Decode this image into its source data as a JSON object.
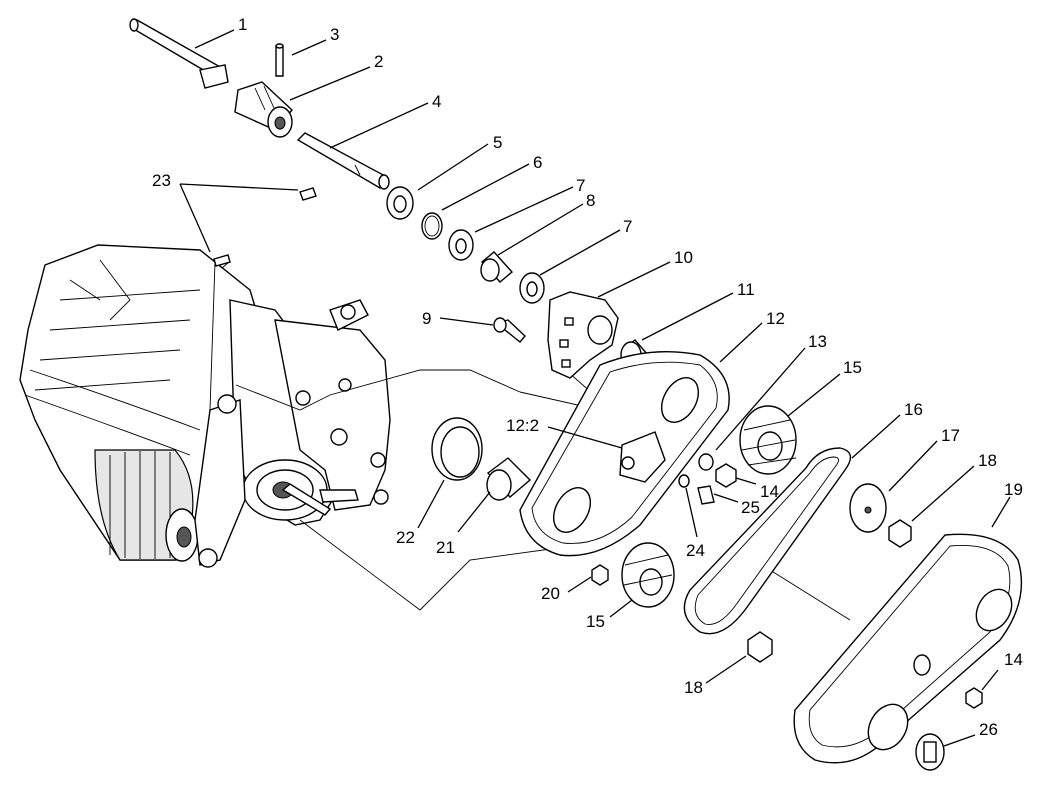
{
  "callouts": [
    {
      "id": "c1",
      "text": "1"
    },
    {
      "id": "c2",
      "text": "2"
    },
    {
      "id": "c3",
      "text": "3"
    },
    {
      "id": "c4",
      "text": "4"
    },
    {
      "id": "c5",
      "text": "5"
    },
    {
      "id": "c6",
      "text": "6"
    },
    {
      "id": "c7a",
      "text": "7"
    },
    {
      "id": "c8",
      "text": "8"
    },
    {
      "id": "c7b",
      "text": "7"
    },
    {
      "id": "c9",
      "text": "9"
    },
    {
      "id": "c10",
      "text": "10"
    },
    {
      "id": "c11",
      "text": "11"
    },
    {
      "id": "c12",
      "text": "12"
    },
    {
      "id": "c13",
      "text": "13"
    },
    {
      "id": "c15a",
      "text": "15"
    },
    {
      "id": "c16",
      "text": "16"
    },
    {
      "id": "c17",
      "text": "17"
    },
    {
      "id": "c18a",
      "text": "18"
    },
    {
      "id": "c19",
      "text": "19"
    },
    {
      "id": "c23",
      "text": "23"
    },
    {
      "id": "c12_2",
      "text": "12:2"
    },
    {
      "id": "c14a",
      "text": "14"
    },
    {
      "id": "c25",
      "text": "25"
    },
    {
      "id": "c22",
      "text": "22"
    },
    {
      "id": "c21",
      "text": "21"
    },
    {
      "id": "c24",
      "text": "24"
    },
    {
      "id": "c20",
      "text": "20"
    },
    {
      "id": "c15b",
      "text": "15"
    },
    {
      "id": "c18b",
      "text": "18"
    },
    {
      "id": "c14b",
      "text": "14"
    },
    {
      "id": "c26",
      "text": "26"
    }
  ]
}
